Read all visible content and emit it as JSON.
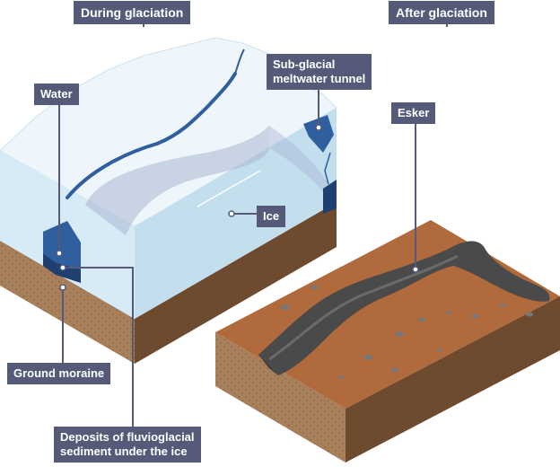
{
  "labels": {
    "during": "During glaciation",
    "after": "After glaciation",
    "water": "Water",
    "tunnel_line1": "Sub-glacial",
    "tunnel_line2": "meltwater tunnel",
    "ice": "Ice",
    "esker": "Esker",
    "moraine": "Ground moraine",
    "deposits_line1": "Deposits of fluvioglacial",
    "deposits_line2": "sediment under the ice"
  },
  "colors": {
    "label_bg": "#545a78",
    "ice_light": "#e4f1f8",
    "ice_mid": "#c9e3ef",
    "ice_top": "#eef6fb",
    "meltwater": "#2f5f9e",
    "meltwater_dark": "#1f3f70",
    "tunnel": "#a9b6d2",
    "soil_side": "#a77f5a",
    "soil_front": "#8a6341",
    "soil_top": "#b06a3c",
    "esker": "#4a4a4a",
    "esker_light": "#6a6a6a"
  }
}
